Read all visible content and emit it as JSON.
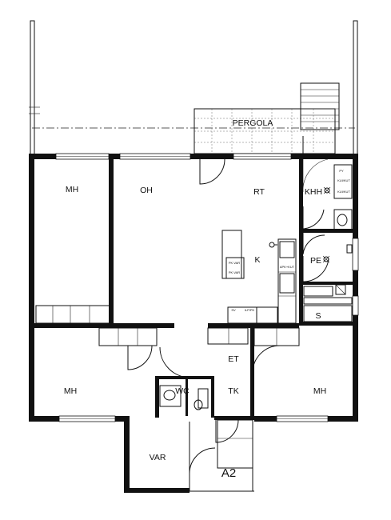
{
  "plan": {
    "unit_name": "A2",
    "rooms": {
      "pergola": "PERGOLA",
      "mh_left": "MH",
      "oh": "OH",
      "rt": "RT",
      "khh": "KHH",
      "k": "K",
      "pe": "PE",
      "s": "S",
      "mh_bottom_left": "MH",
      "et": "ET",
      "wc": "WC",
      "tk": "TK",
      "mh_bottom_right": "MH",
      "var": "VAR"
    },
    "fixture_labels": {
      "kitchen_unit_1": "PK VAR",
      "kitchen_unit_2": "PK VAR",
      "sv": "SV",
      "ilp": "ILP/PK",
      "khh_fixture_1": "PY",
      "khh_fixture_2": "KUI/KUT",
      "khh_fixture_3": "KUI/KUT",
      "k_fixture": "APK+KUT"
    }
  }
}
